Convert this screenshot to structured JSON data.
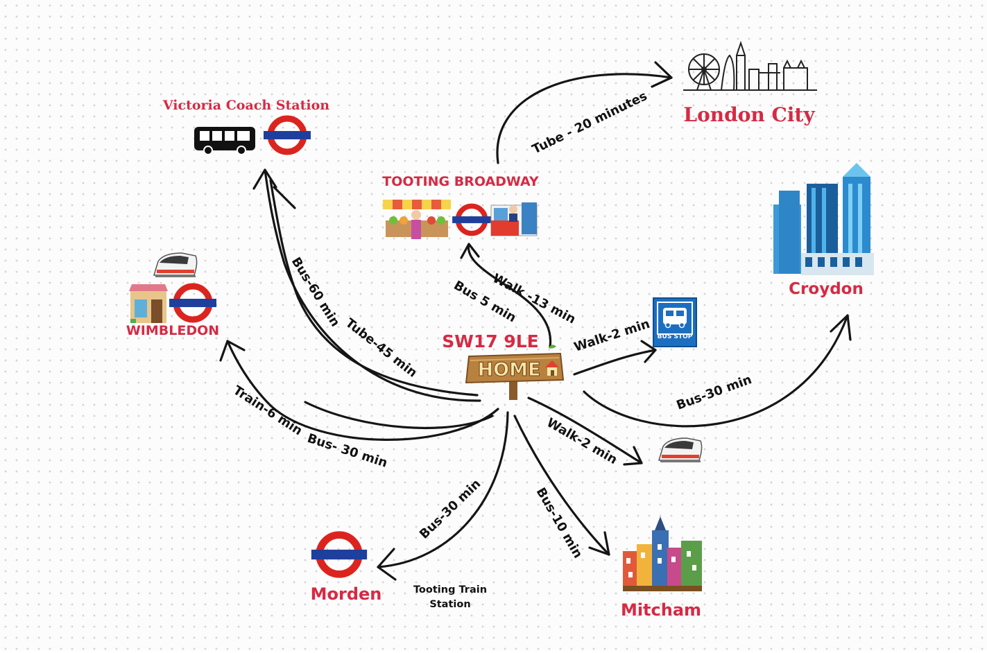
{
  "home": {
    "postcode": "SW17 9LE",
    "sign": "HOME"
  },
  "places": {
    "victoria": "Victoria Coach Station",
    "london_city": "London City",
    "tooting_broadway": "TOOTING BROADWAY",
    "croydon": "Croydon",
    "wimbledon": "WIMBLEDON",
    "morden": "Morden",
    "mitcham": "Mitcham",
    "tooting_train_line1": "Tooting Train",
    "tooting_train_line2": "Station",
    "bus_stop_sign": "BUS STOP"
  },
  "routes": {
    "tube_london": "Tube - 20 minutes",
    "walk_broadway": "Walk -13 min",
    "bus_broadway": "Bus 5 min",
    "bus_victoria": "Bus-60 min",
    "tube_victoria": "Tube-45 min",
    "walk_busstop": "Walk-2 min",
    "bus_croydon": "Bus-30 min",
    "walk_train": "Walk-2 min",
    "train_wimbledon": "Train-6 min",
    "bus_wimbledon": "Bus- 30 min",
    "bus_morden": "Bus-30 min",
    "bus_mitcham": "Bus-10 min"
  },
  "colors": {
    "accent_red": "#d62a44",
    "underground_red": "#dc241f",
    "underground_blue": "#1f3f9c",
    "bus_stop_blue": "#1c6fc0",
    "sign_wood": "#b9813f"
  }
}
